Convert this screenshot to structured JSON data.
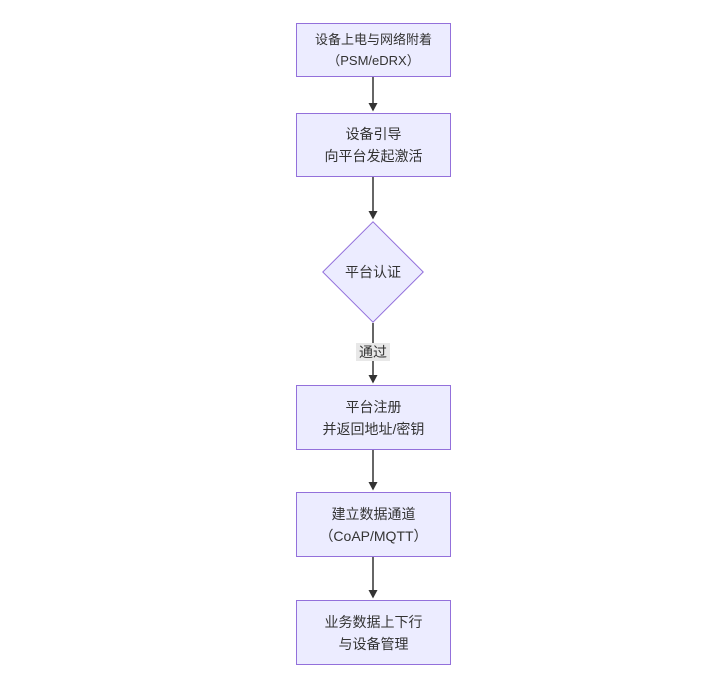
{
  "diagram": {
    "type": "flowchart",
    "direction": "top-down",
    "colors": {
      "node_fill": "#ECECFF",
      "node_border": "#9370DB",
      "text": "#333333",
      "edge": "#333333",
      "edge_label_bg": "#e8e8e8",
      "background": "#ffffff"
    },
    "nodes": [
      {
        "id": "power-attach",
        "shape": "rect",
        "lines": [
          "设备上电与网络附着",
          "（PSM/eDRX）"
        ]
      },
      {
        "id": "bootstrap",
        "shape": "rect",
        "lines": [
          "设备引导",
          "向平台发起激活"
        ]
      },
      {
        "id": "auth-decision",
        "shape": "diamond",
        "lines": [
          "平台认证"
        ]
      },
      {
        "id": "register",
        "shape": "rect",
        "lines": [
          "平台注册",
          "并返回地址/密钥"
        ]
      },
      {
        "id": "data-channel",
        "shape": "rect",
        "lines": [
          "建立数据通道",
          "（CoAP/MQTT）"
        ]
      },
      {
        "id": "business-data",
        "shape": "rect",
        "lines": [
          "业务数据上下行",
          "与设备管理"
        ]
      }
    ],
    "edges": [
      {
        "from": "power-attach",
        "to": "bootstrap",
        "label": ""
      },
      {
        "from": "bootstrap",
        "to": "auth-decision",
        "label": ""
      },
      {
        "from": "auth-decision",
        "to": "register",
        "label": "通过"
      },
      {
        "from": "register",
        "to": "data-channel",
        "label": ""
      },
      {
        "from": "data-channel",
        "to": "business-data",
        "label": ""
      }
    ]
  }
}
